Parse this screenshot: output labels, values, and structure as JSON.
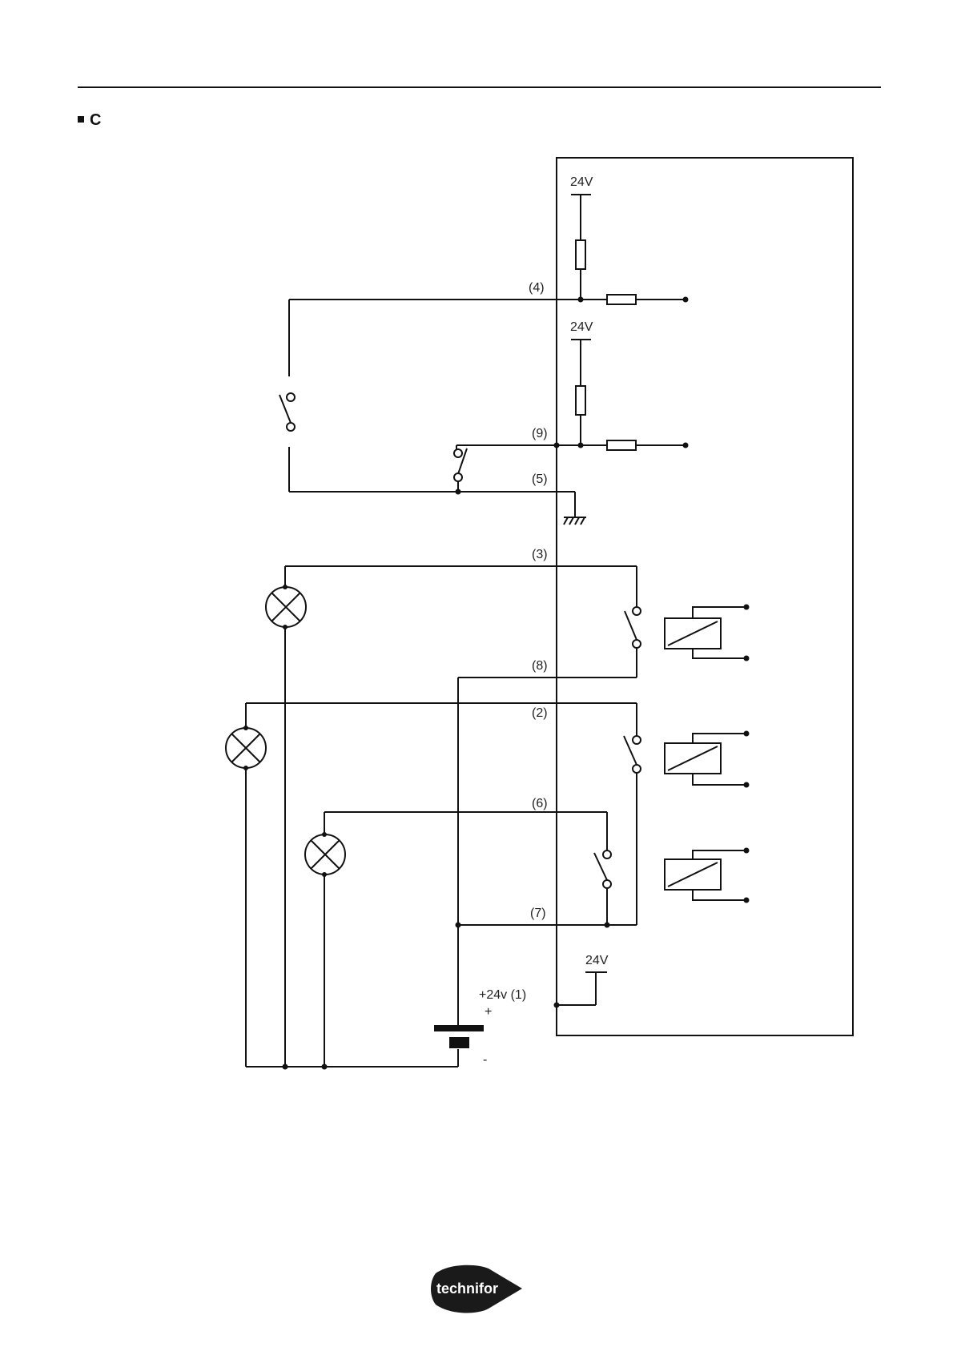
{
  "header": {
    "bullet": "■",
    "section": "C"
  },
  "diagram": {
    "voltage_labels": [
      "24V",
      "24V",
      "24V"
    ],
    "terminal_labels": {
      "t4": "(4)",
      "t9": "(9)",
      "t5": "(5)",
      "t3": "(3)",
      "t8": "(8)",
      "t2": "(2)",
      "t6": "(6)",
      "t7": "(7)",
      "t1": "+24v (1)"
    },
    "battery": {
      "plus": "+",
      "minus": "-"
    }
  },
  "footer": {
    "logo_text": "technifor"
  },
  "colors": {
    "ink": "#111111",
    "background": "#ffffff",
    "logo": "#1a1a1a",
    "logo_text": "#ffffff"
  }
}
